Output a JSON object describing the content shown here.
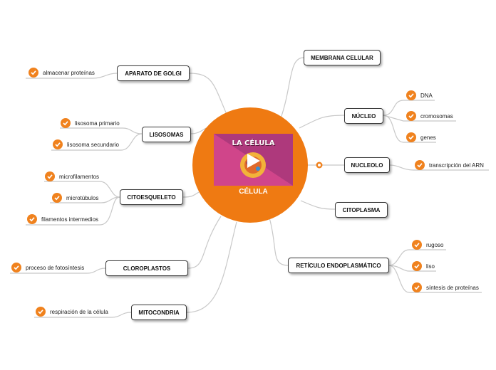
{
  "center": {
    "title": "CÉLULA",
    "image_title": "LA CÉLULA"
  },
  "colors": {
    "accent": "#ef7a12",
    "image_bg": "#d94b8f",
    "line": "#c8c8c8"
  },
  "right": [
    {
      "label": "MEMBRANA CELULAR",
      "children": []
    },
    {
      "label": "NÚCLEO",
      "children": [
        "DNA",
        "cromosomas",
        "genes"
      ]
    },
    {
      "label": "NUCLEOLO",
      "children": [
        "transcripción del ARN"
      ]
    },
    {
      "label": "CITOPLASMA",
      "children": []
    },
    {
      "label": "RETÍCULO ENDOPLASMÁTICO",
      "children": [
        "rugoso",
        "liso",
        "síntesis de proteínas"
      ]
    }
  ],
  "left": [
    {
      "label": "APARATO DE GOLGI",
      "children": [
        "almacenar proteínas"
      ]
    },
    {
      "label": "LISOSOMAS",
      "children": [
        "lisosoma primario",
        "lisosoma secundario"
      ]
    },
    {
      "label": "CITOESQUELETO",
      "children": [
        "microfilamentos",
        "microtúbulos",
        "filamentos intermedios"
      ]
    },
    {
      "label": "CLOROPLASTOS",
      "children": [
        "proceso de fotosíntesis"
      ]
    },
    {
      "label": "MITOCONDRIA",
      "children": [
        "respiración de la célula"
      ]
    }
  ]
}
